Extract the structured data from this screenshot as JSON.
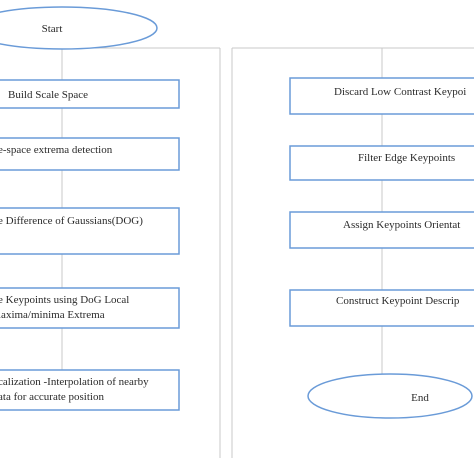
{
  "colors": {
    "node_fill": "#ffffff",
    "node_border": "#6a9bd8",
    "connector": "#c8c8c8",
    "frame": "#c8c8c8",
    "text": "#2a2a2a"
  },
  "flowchart": {
    "start_label": "Start",
    "end_label": "End",
    "left_steps": [
      {
        "lines": [
          "Build Scale Space"
        ]
      },
      {
        "lines": [
          "e-space extrema detection"
        ]
      },
      {
        "lines": [
          "e Difference of Gaussians(DOG)"
        ]
      },
      {
        "lines": [
          "e Keypoints using DoG Local",
          "laxima/minima Extrema"
        ]
      },
      {
        "lines": [
          "calization -Interpolation of nearby",
          "ata for accurate position"
        ]
      }
    ],
    "right_steps": [
      {
        "lines": [
          "Discard Low Contrast Keypoi"
        ]
      },
      {
        "lines": [
          "Filter Edge Keypoints"
        ]
      },
      {
        "lines": [
          "Assign Keypoints Orientat"
        ]
      },
      {
        "lines": [
          "Construct Keypoint Descrip"
        ]
      }
    ]
  }
}
